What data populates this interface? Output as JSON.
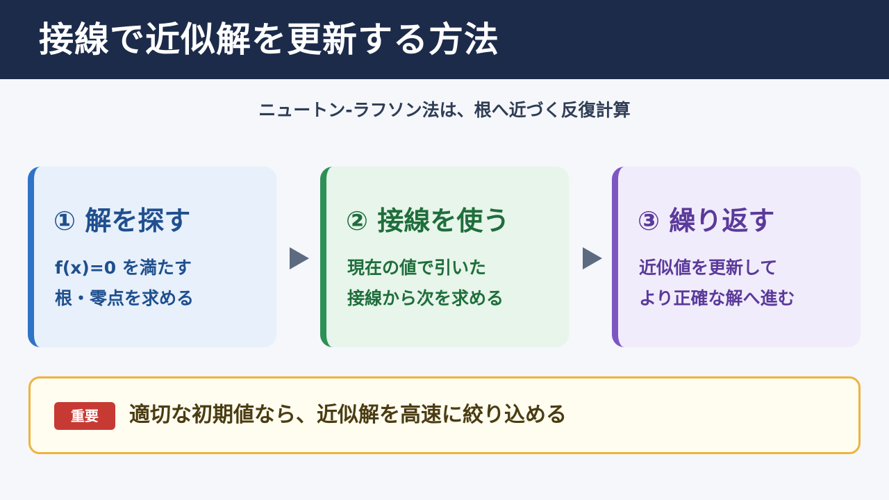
{
  "header": {
    "title": "接線で近似解を更新する方法"
  },
  "subtitle": "ニュートン-ラフソン法は、根へ近づく反復計算",
  "steps": [
    {
      "title": "① 解を探す",
      "lines": [
        "f(x)=0 を満たす",
        "根・零点を求める"
      ],
      "accent": "#2f73c6"
    },
    {
      "title": "② 接線を使う",
      "lines": [
        "現在の値で引いた",
        "接線から次を求める"
      ],
      "accent": "#2d9157"
    },
    {
      "title": "③ 繰り返す",
      "lines": [
        "近似値を更新して",
        "より正確な解へ進む"
      ],
      "accent": "#7e56c2"
    }
  ],
  "note": {
    "badge": "重要",
    "text": "適切な初期値なら、近似解を高速に絞り込める"
  },
  "icons": {
    "step_arrow": "right-triangle-arrow"
  }
}
